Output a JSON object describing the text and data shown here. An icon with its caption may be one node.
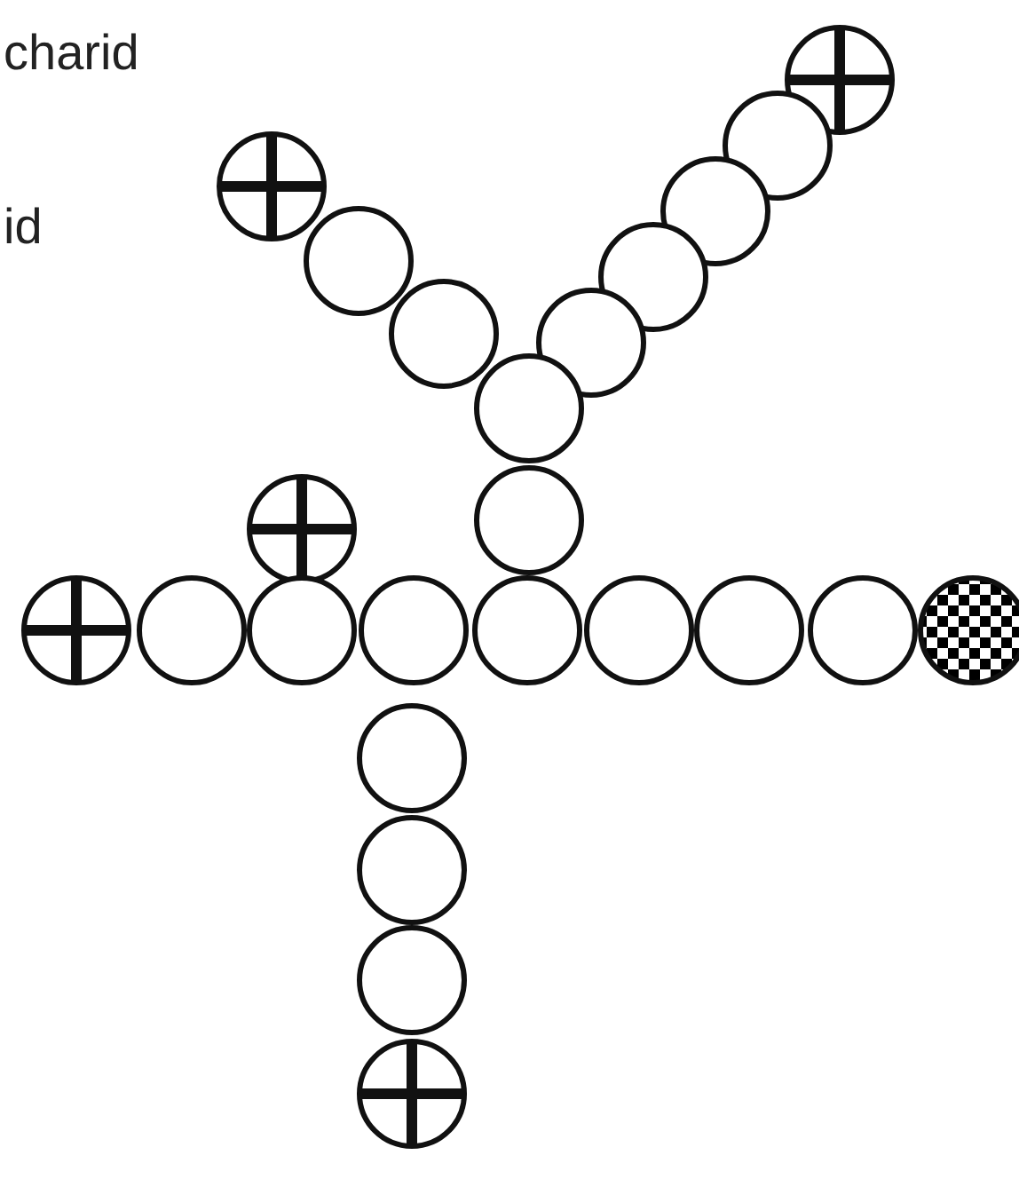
{
  "diagram": {
    "nodes": [
      {
        "text": [],
        "shape": "circle"
      },
      {
        "text": [],
        "shape": "circle"
      },
      {
        "text": [],
        "shape": "circle"
      },
      {
        "text": [],
        "shape": "circle"
      },
      {
        "text": [],
        "shape": "circle"
      },
      {
        "text": [],
        "shape": "circle"
      },
      {
        "text": [],
        "shape": "circle"
      },
      {
        "text": [],
        "shape": "circle"
      },
      {
        "text": [],
        "shape": "circle"
      },
      {
        "text": [],
        "shape": "circle"
      },
      {
        "text": [],
        "shape": "circle"
      },
      {
        "text": [],
        "shape": "circle"
      },
      {
        "text": [],
        "shape": "circle"
      },
      {
        "text": [],
        "shape": "circle"
      },
      {
        "text": [],
        "shape": "circle"
      },
      {
        "text": [],
        "shape": "circle"
      },
      {
        "text": [],
        "shape": "circle"
      },
      {
        "text": [],
        "shape": "circle"
      },
      {
        "text": [],
        "shape": "circle"
      },
      {
        "text": [],
        "shape": "circle"
      },
      {
        "text": [],
        "shape": "circle"
      },
      {
        "text": [],
        "shape": "circle"
      },
      {
        "text": [],
        "shape": "circle"
      },
      {
        "text": [],
        "shape": "circle"
      }
    ],
    "edges": [],
    "labels": [
      "charid",
      "id"
    ]
  }
}
